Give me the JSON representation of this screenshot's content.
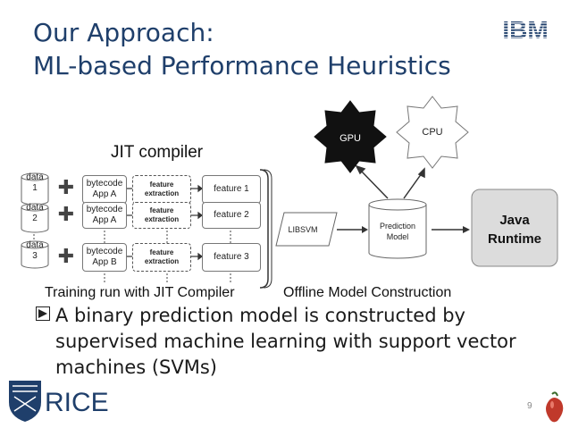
{
  "slide": {
    "title_line1": "Our Approach:",
    "title_line2": "ML-based Performance Heuristics",
    "logo_text": "IBM",
    "page_number": "9"
  },
  "diagram": {
    "jit_label": "JIT compiler",
    "rows": [
      {
        "data_label": "data",
        "data_num": "1",
        "bytecode_line1": "bytecode",
        "bytecode_line2": "App A",
        "extraction_line1": "feature",
        "extraction_line2": "extraction",
        "feature": "feature 1"
      },
      {
        "data_label": "data",
        "data_num": "2",
        "bytecode_line1": "bytecode",
        "bytecode_line2": "App A",
        "extraction_line1": "feature",
        "extraction_line2": "extraction",
        "feature": "feature 2"
      },
      {
        "data_label": "data",
        "data_num": "3",
        "bytecode_line1": "bytecode",
        "bytecode_line2": "App B",
        "extraction_line1": "feature",
        "extraction_line2": "extraction",
        "feature": "feature 3"
      }
    ],
    "libsvm": "LIBSVM",
    "prediction_line1": "Prediction",
    "prediction_line2": "Model",
    "java_line1": "Java",
    "java_line2": "Runtime",
    "gpu": "GPU",
    "cpu": "CPU",
    "caption_training": "Training run with JIT Compiler",
    "caption_offline": "Offline Model Construction",
    "colors": {
      "gpu_fill": "#111111",
      "runtime_fill": "#dcdcdc",
      "title": "#1f3f6b"
    }
  },
  "bullet": {
    "text": "A binary prediction model is constructed by supervised machine learning with support vector machines (SVMs)"
  },
  "footer": {
    "university": "RICE"
  }
}
